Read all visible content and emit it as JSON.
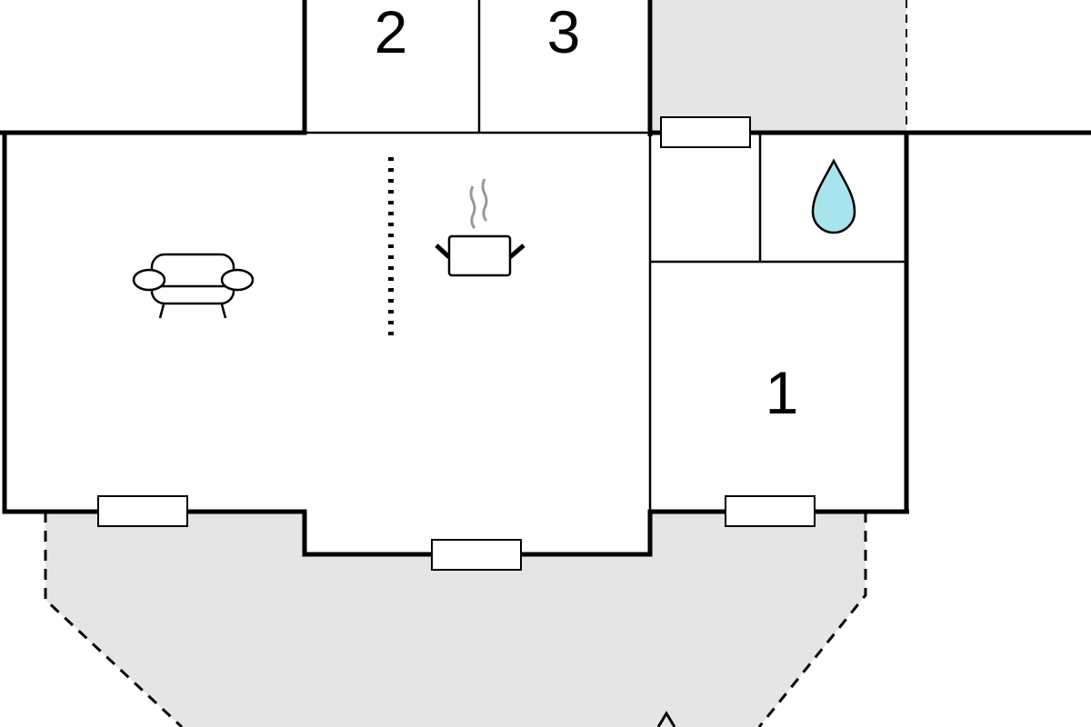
{
  "title": "Floor plan",
  "rooms": [
    {
      "label": "2",
      "type": "bedroom"
    },
    {
      "label": "3",
      "type": "bedroom"
    },
    {
      "label": "1",
      "type": "bedroom"
    }
  ],
  "icons": [
    "sofa-icon",
    "cooking-pot-icon",
    "water-drop-icon"
  ],
  "colors": {
    "wall": "#000000",
    "terrace": "#e5e5e5",
    "water": "#a8e4ee"
  }
}
